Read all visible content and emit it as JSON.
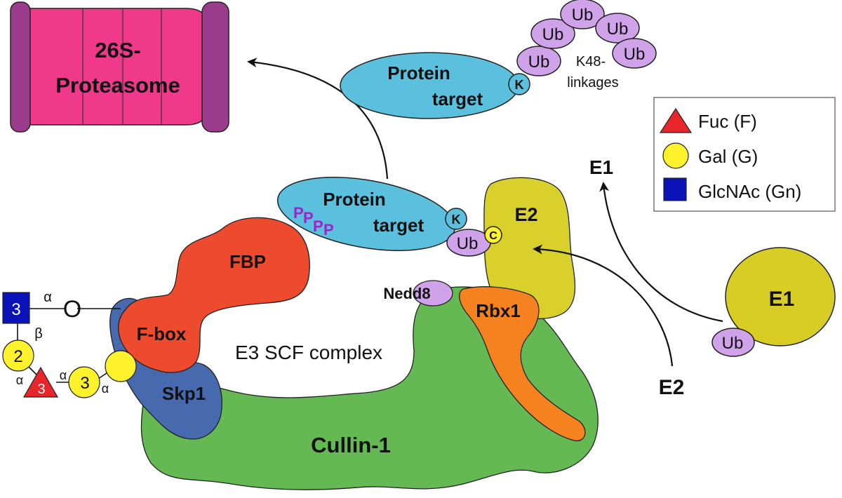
{
  "proteasome": {
    "line1": "26S-",
    "line2": "Proteasome"
  },
  "target_top": {
    "line1": "Protein",
    "line2": "target",
    "k": "K"
  },
  "ub_chain": {
    "ub": "Ub",
    "linkage_line1": "K48-",
    "linkage_line2": "linkages"
  },
  "target_mid": {
    "line1": "Protein",
    "line2": "target",
    "k": "K",
    "phospho": "P",
    "ub": "Ub",
    "c": "C"
  },
  "legend": {
    "items": [
      {
        "label": "Fuc (F)",
        "symbol": "red-triangle",
        "color": "#e8262a"
      },
      {
        "label": "Gal (G)",
        "symbol": "yellow-circle",
        "color": "#fdf22c"
      },
      {
        "label": "GlcNAc (Gn)",
        "symbol": "blue-square",
        "color": "#0a12b8"
      }
    ]
  },
  "labels": {
    "e1_top": "E1",
    "e2_box": "E2",
    "fbp": "FBP",
    "fbox": "F-box",
    "skp1": "Skp1",
    "cullin": "Cullin-1",
    "rbx1": "Rbx1",
    "nedd8": "Nedd8",
    "e3": "E3 SCF complex",
    "e1": "E1",
    "e1_ub": "Ub",
    "e2_bottom": "E2"
  },
  "glycan": {
    "square_num": "3",
    "circle1_num": "2",
    "circle2_num": "3",
    "triangle_num": "3",
    "o_label": "O",
    "alpha": "α",
    "beta": "β"
  },
  "colors": {
    "proteasome_body": "#f0398b",
    "proteasome_cap": "#9b3b8c",
    "target": "#5bc0de",
    "ub": "#cfa2ea",
    "phospho_text": "#a022c8",
    "fbp": "#ee4a2e",
    "skp1": "#4769ad",
    "cullin": "#64b952",
    "rbx1": "#f6821f",
    "e2": "#d9d02b",
    "e1": "#d7cd24"
  }
}
